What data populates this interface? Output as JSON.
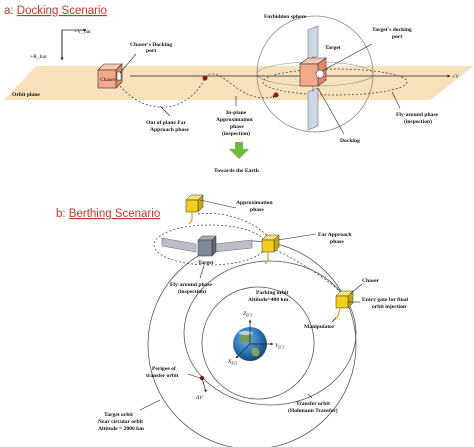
{
  "docking": {
    "title_prefix": "a: ",
    "title_link": "Docking Scenario",
    "axis_v_bar": "+V_bar",
    "axis_r_bar": "+R_bar",
    "orbit_plane": "Orbit plane",
    "chaser_box": "Chaser",
    "chaser_docking_port": [
      "Chaser's Docking",
      "port"
    ],
    "forbidden_sphere": "Forbidden sphere",
    "target_label": "Target",
    "target_docking_port": [
      "Target's docking",
      "port"
    ],
    "axis_v": "+V",
    "out_of_plane": [
      "Out of plane Far",
      "Approach phase"
    ],
    "in_plane": [
      "In-plane",
      "Approximation",
      "phase",
      "(inspection)"
    ],
    "fly_around": [
      "Fly-around phase",
      "(inspection)"
    ],
    "docking_label": "Docking",
    "towards_earth": "Towards the Earth",
    "colors": {
      "chaser_fill": "#f2a98a",
      "target_fill": "#f2a98a",
      "plane": "#f5dcae",
      "arrow": "#6cbd3c"
    }
  },
  "berthing": {
    "title_prefix": "b: ",
    "title_link": "Berthing Scenario",
    "approximation_phase": [
      "Approximation",
      "phase"
    ],
    "far_approach": [
      "Far Approach",
      "phase"
    ],
    "target_label": "Target",
    "fly_around": [
      "Fly-around phase",
      "(inspection)"
    ],
    "parking_orbit": [
      "Parking orbit",
      "Altitude=400 km"
    ],
    "chaser_label": "Chaser",
    "entry_gate": [
      "Entry gate for final",
      "orbit injection"
    ],
    "manipulator": "Manipulator",
    "z_eci": "Z",
    "z_sub": "ECI",
    "y_eci": "Y",
    "y_sub": "ECI",
    "x_eci": "X",
    "x_sub": "ECI",
    "perigee": [
      "Perigee of",
      "transfer orbit"
    ],
    "delta_v": "ΔV",
    "transfer_orbit": [
      "Transfer orbit",
      "(Hohmann Transfer)"
    ],
    "target_orbit": [
      "Target orbit",
      "Near circular orbit",
      "Altitude = 2000 km"
    ],
    "colors": {
      "chaser_fill": "#f3cf1c",
      "target_fill": "#7f8896",
      "panel": "#b9bec8"
    }
  }
}
